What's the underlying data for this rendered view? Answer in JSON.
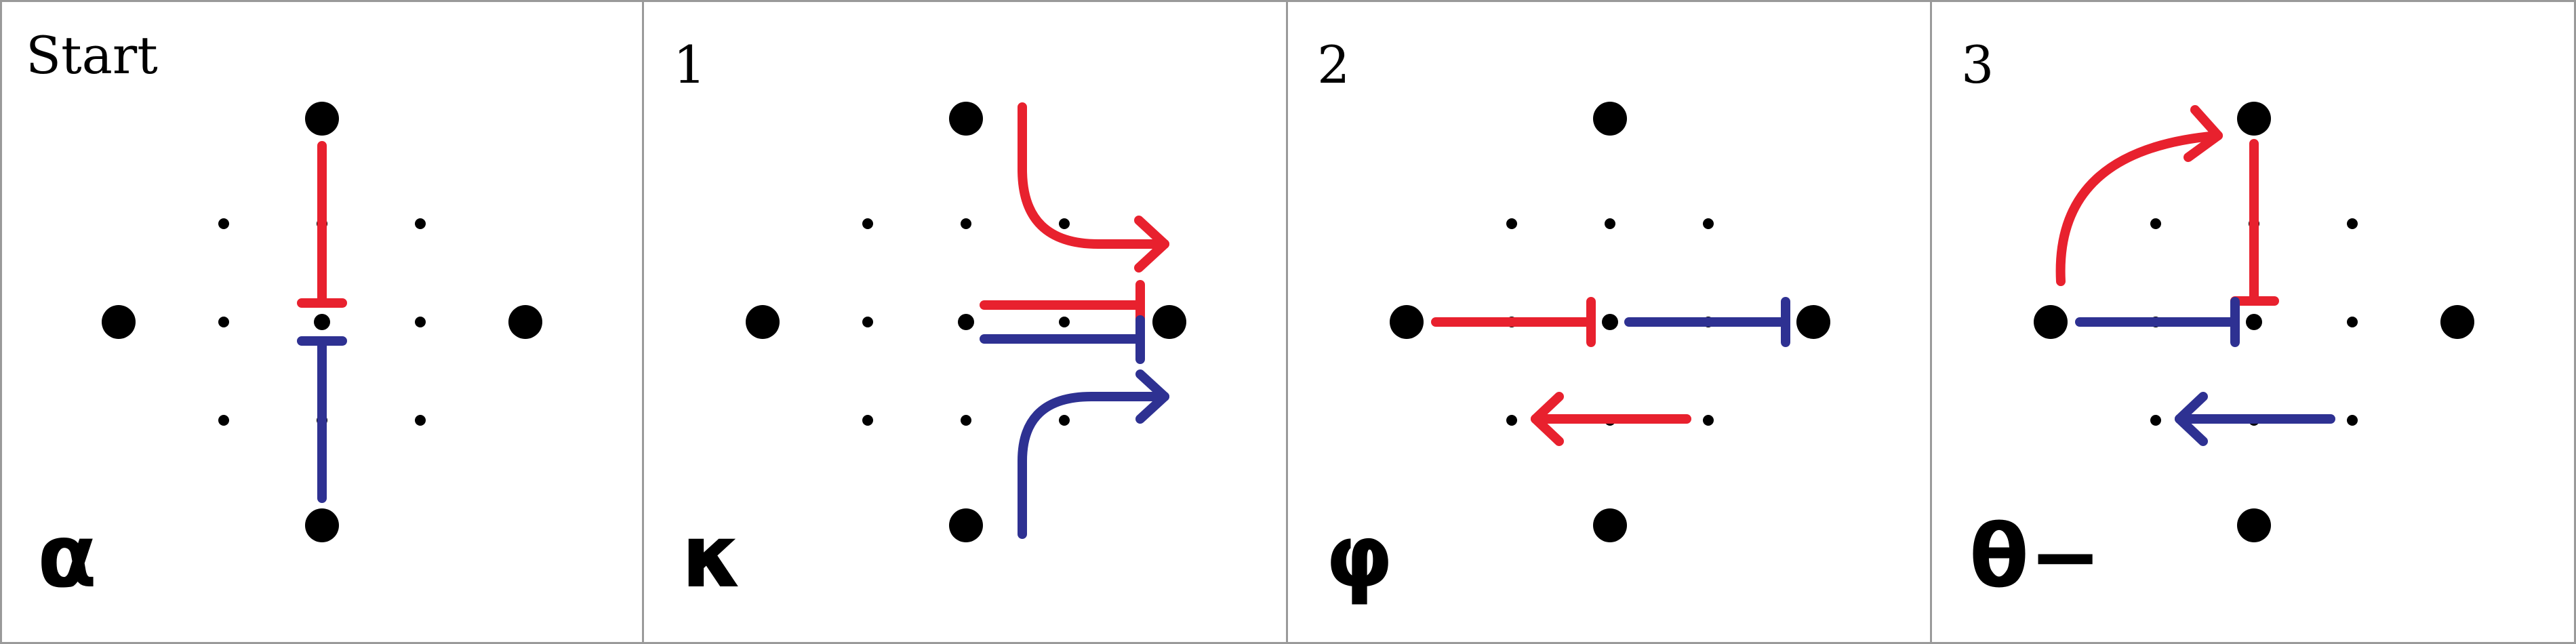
{
  "colors": {
    "red": "#e8212e",
    "blue": "#2e3192",
    "dot": "#000000",
    "border": "#9a9a9a",
    "background": "#ffffff"
  },
  "panels": [
    {
      "title": "Start",
      "symbol": "α"
    },
    {
      "title": "1",
      "symbol": "κ"
    },
    {
      "title": "2",
      "symbol": "φ"
    },
    {
      "title": "3",
      "symbol": "θ−"
    }
  ]
}
